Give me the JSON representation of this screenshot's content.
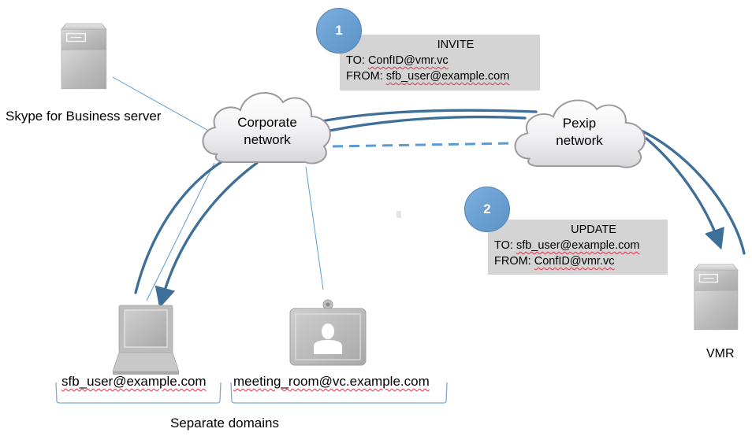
{
  "nodes": {
    "sfb_server": {
      "label": "Skype for Business server",
      "icon": "server-icon"
    },
    "corporate_network": {
      "line1": "Corporate",
      "line2": "network",
      "icon": "cloud-icon"
    },
    "pexip_network": {
      "line1": "Pexip",
      "line2": "network",
      "icon": "cloud-icon"
    },
    "vmr": {
      "label": "VMR",
      "icon": "server-icon"
    },
    "sfb_user": {
      "label": "sfb_user@example.com",
      "icon": "laptop-icon"
    },
    "meeting_room": {
      "label": "meeting_room@vc.example.com",
      "icon": "video-endpoint-icon"
    }
  },
  "messages": [
    {
      "step": "1",
      "title": "INVITE",
      "to_prefix": "TO: ",
      "to": "ConfID@vmr.vc",
      "from_prefix": "FROM: ",
      "from": "sfb_user@example.com"
    },
    {
      "step": "2",
      "title": "UPDATE",
      "to_prefix": "TO: ",
      "to": "sfb_user@example.com",
      "from_prefix": "FROM: ",
      "from": "ConfID@vmr.vc"
    }
  ],
  "group": {
    "label": "Separate domains"
  },
  "colors": {
    "arrow": "#3d6f98",
    "thin_link": "#5b9bd5",
    "dashed_link": "#5b9bd5",
    "badge": "#6aa0d2",
    "message_box": "#d4d4d4",
    "bracket": "#7ea9d1",
    "spellcheck": "#e0334a"
  }
}
